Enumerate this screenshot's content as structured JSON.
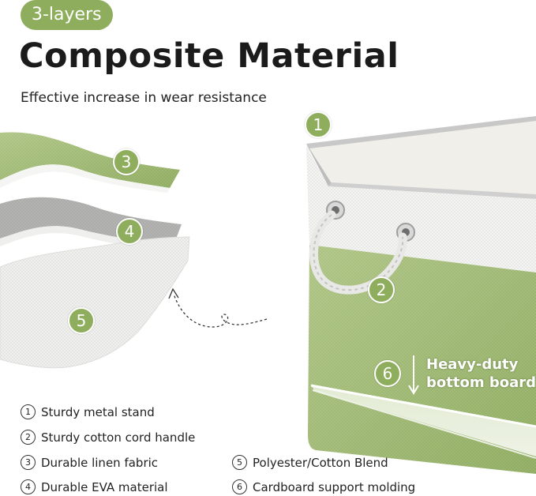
{
  "badge": "3-layers",
  "title": "Composite Material",
  "subtitle": "Effective increase in wear resistance",
  "markers": [
    "1",
    "2",
    "3",
    "4",
    "5",
    "6"
  ],
  "callout": {
    "line1": "Heavy-duty",
    "line2": "bottom board"
  },
  "legend": [
    {
      "num": "1",
      "label": "Sturdy metal stand"
    },
    {
      "num": "2",
      "label": "Sturdy cotton cord handle"
    },
    {
      "num": "3",
      "label": "Durable linen fabric"
    },
    {
      "num": "4",
      "label": "Durable EVA material"
    },
    {
      "num": "5",
      "label": "Polyester/Cotton Blend"
    },
    {
      "num": "6",
      "label": "Cardboard support molding"
    }
  ],
  "colors": {
    "accent": "#8fae5d",
    "green_fabric": "#a8c07c",
    "white_fabric": "#f4f4f2",
    "gray_layer": "#b9b9b9"
  }
}
